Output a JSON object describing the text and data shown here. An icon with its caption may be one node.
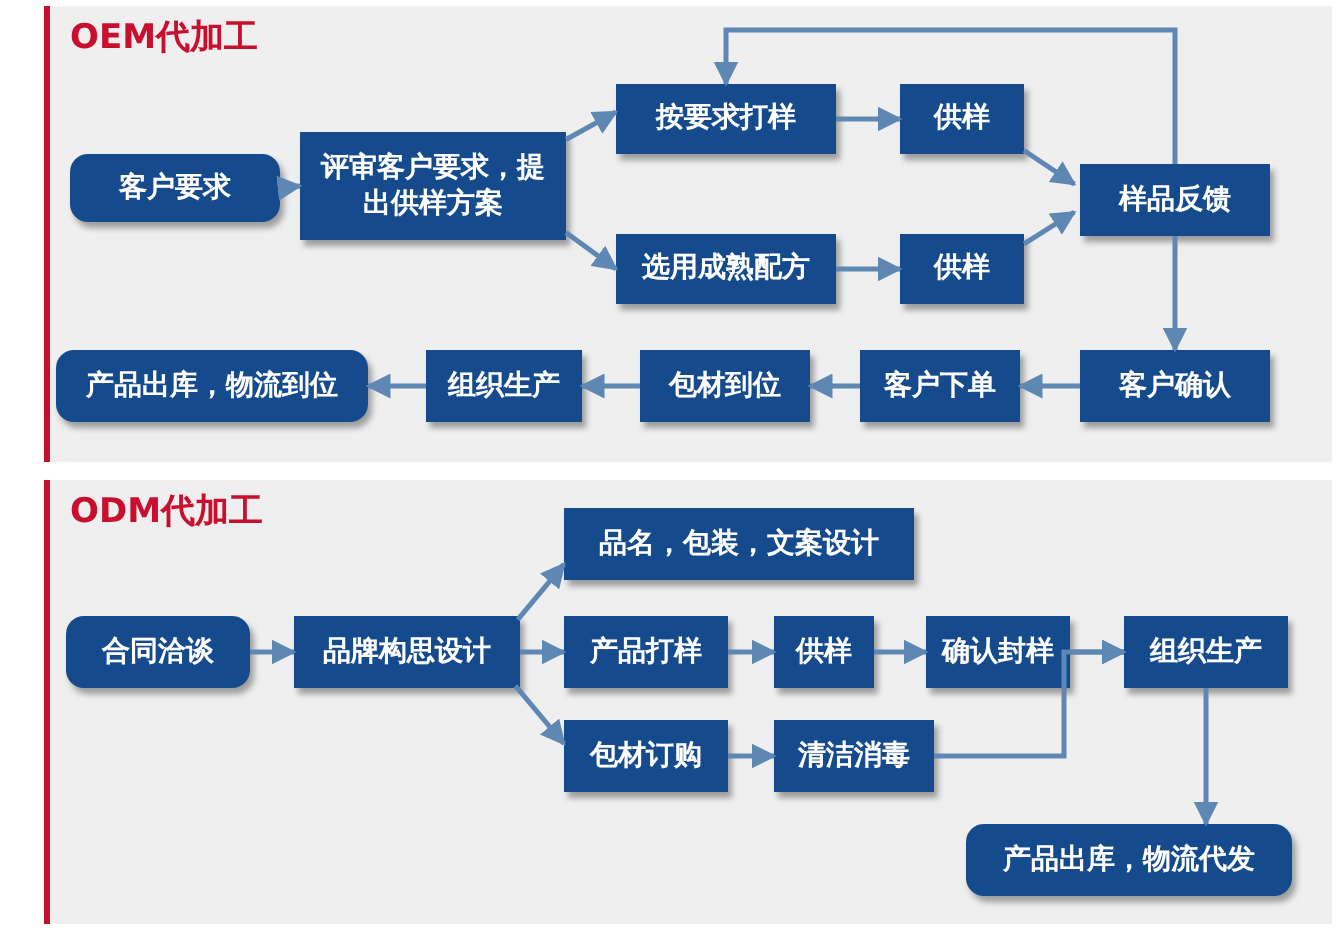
{
  "diagram": {
    "nodes": [
      {
        "text": [
          "OEM代加工"
        ]
      },
      {
        "text": [
          "客户要求"
        ],
        "in": 0
      },
      {
        "text": [
          "评审客户要求，提出供样方案"
        ],
        "in": 0
      },
      {
        "text": [
          "按要求打样"
        ],
        "in": 0
      },
      {
        "text": [
          "供样"
        ],
        "in": 0
      },
      {
        "text": [
          "选用成熟配方"
        ],
        "in": 0
      },
      {
        "text": [
          "供样"
        ],
        "in": 0
      },
      {
        "text": [
          "样品反馈"
        ],
        "in": 0
      },
      {
        "text": [
          "客户确认"
        ],
        "in": 0
      },
      {
        "text": [
          "客户下单"
        ],
        "in": 0
      },
      {
        "text": [
          "包材到位"
        ],
        "in": 0
      },
      {
        "text": [
          "组织生产"
        ],
        "in": 0
      },
      {
        "text": [
          "产品出库，物流到位"
        ],
        "in": 0
      },
      {
        "text": [
          "ODM代加工"
        ]
      },
      {
        "text": [
          "品名，包装，文案设计"
        ],
        "in": 13
      },
      {
        "text": [
          "合同洽谈"
        ],
        "in": 13
      },
      {
        "text": [
          "品牌构思设计"
        ],
        "in": 13
      },
      {
        "text": [
          "产品打样"
        ],
        "in": 13
      },
      {
        "text": [
          "供样"
        ],
        "in": 13
      },
      {
        "text": [
          "确认封样"
        ],
        "in": 13
      },
      {
        "text": [
          "组织生产"
        ],
        "in": 13
      },
      {
        "text": [
          "包材订购"
        ],
        "in": 13
      },
      {
        "text": [
          "清洁消毒"
        ],
        "in": 13
      },
      {
        "text": [
          "产品出库，物流代发"
        ],
        "in": 13
      }
    ],
    "edges": [
      {
        "from": 1,
        "to": 2,
        "arrow": "to"
      },
      {
        "from": 2,
        "to": 3,
        "arrow": "to"
      },
      {
        "from": 2,
        "to": 5,
        "arrow": "to"
      },
      {
        "from": 3,
        "to": 4,
        "arrow": "to"
      },
      {
        "from": 5,
        "to": 6,
        "arrow": "to"
      },
      {
        "from": 4,
        "to": 7,
        "arrow": "to"
      },
      {
        "from": 6,
        "to": 7,
        "arrow": "to"
      },
      {
        "from": 7,
        "to": 3,
        "arrow": "to"
      },
      {
        "from": 7,
        "to": 8,
        "arrow": "to"
      },
      {
        "from": 8,
        "to": 9,
        "arrow": "to"
      },
      {
        "from": 9,
        "to": 10,
        "arrow": "to"
      },
      {
        "from": 10,
        "to": 11,
        "arrow": "to"
      },
      {
        "from": 11,
        "to": 12,
        "arrow": "to"
      },
      {
        "from": 15,
        "to": 16,
        "arrow": "to"
      },
      {
        "from": 16,
        "to": 14,
        "arrow": "to"
      },
      {
        "from": 16,
        "to": 17,
        "arrow": "to"
      },
      {
        "from": 16,
        "to": 21,
        "arrow": "to"
      },
      {
        "from": 17,
        "to": 18,
        "arrow": "to"
      },
      {
        "from": 18,
        "to": 19,
        "arrow": "to"
      },
      {
        "from": 19,
        "to": 20,
        "arrow": "to"
      },
      {
        "from": 21,
        "to": 22,
        "arrow": "to"
      },
      {
        "from": 22,
        "to": 20,
        "arrow": "to"
      },
      {
        "from": 20,
        "to": 23,
        "arrow": "to"
      }
    ]
  }
}
